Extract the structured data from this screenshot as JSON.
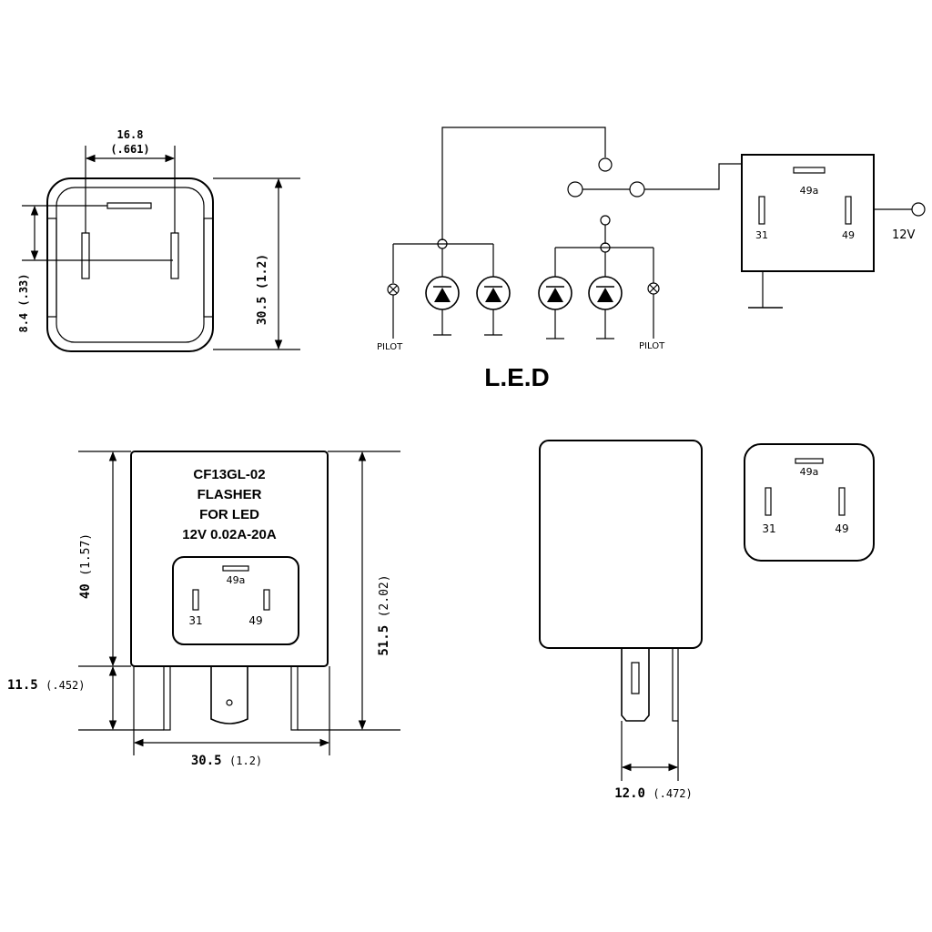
{
  "dimensions": {
    "top_width": "16.8",
    "top_width_in": "(.661)",
    "top_pin_offset": "8.4 (.33)",
    "top_height": "30.5 (1.2)",
    "body_height": "40",
    "body_height_in": "(1.57)",
    "overall_height": "51.5",
    "overall_height_in": "(2.02)",
    "pin_length": "11.5",
    "pin_length_in": "(.452)",
    "base_width": "30.5",
    "base_width_in": "(1.2)",
    "side_pin_span": "12.0",
    "side_pin_span_in": "(.472)"
  },
  "schematic": {
    "title": "L.E.D",
    "supply": "12V",
    "pilot_left": "PILOT",
    "pilot_right": "PILOT"
  },
  "terminals": {
    "t49a": "49a",
    "t31": "31",
    "t49": "49"
  },
  "label": {
    "line1": "CF13GL-02",
    "line2": "FLASHER",
    "line3": "FOR LED",
    "line4": "12V 0.02A-20A"
  }
}
